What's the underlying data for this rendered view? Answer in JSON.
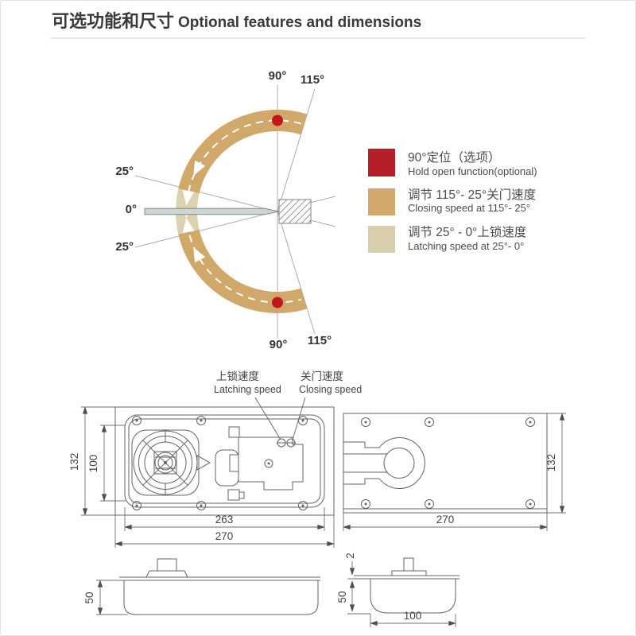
{
  "title": {
    "zh": "可选功能和尺寸",
    "en": "Optional features and dimensions"
  },
  "angle_diagram": {
    "top_90": "90°",
    "top_115": "115°",
    "upper_25": "25°",
    "zero": "0°",
    "lower_25": "25°",
    "bottom_90": "90°",
    "bottom_115": "115°",
    "colors": {
      "closing_tan": "#cfa86a",
      "latching_beige": "#d9ceab",
      "dot_red": "#c2181b"
    }
  },
  "legend": {
    "items": [
      {
        "zh": "90°定位（选项）",
        "en": "Hold open function(optional)",
        "color": "#b42025"
      },
      {
        "zh": "调节 115°- 25°关门速度",
        "en": "Closing speed at 115°- 25°",
        "color": "#cfa86a"
      },
      {
        "zh": "调节 25° - 0°上锁速度",
        "en": "Latching speed at 25°- 0°",
        "color": "#d9ceab"
      }
    ]
  },
  "adjusters": {
    "latching_zh": "上锁速度",
    "latching_en": "Latching speed",
    "closing_zh": "关门速度",
    "closing_en": "Closing speed"
  },
  "dimensions": {
    "body_plan": {
      "outer_height": "132",
      "inner_height": "100",
      "inner_width": "263",
      "outer_width": "270"
    },
    "cover_plan": {
      "width": "270",
      "height": "132"
    },
    "body_side": {
      "height": "50"
    },
    "body_end": {
      "cover_thickness": "2",
      "height": "50",
      "width": "100"
    }
  }
}
